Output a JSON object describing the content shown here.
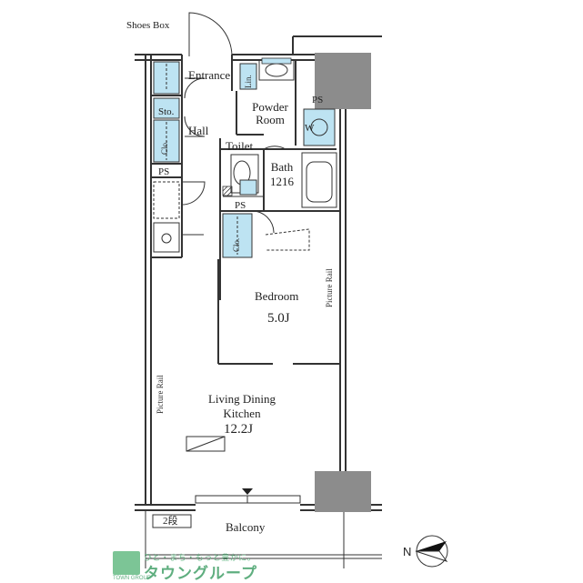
{
  "labels": {
    "shoes_box": "Shoes Box",
    "entrance": "Entrance",
    "lin": "Lin.",
    "ps_top": "PS",
    "powder_room_1": "Powder",
    "powder_room_2": "Room",
    "sto": "Sto.",
    "clo_hall": "Clo.",
    "hall": "Hall",
    "w": "W",
    "toilet": "Toilet",
    "bath_1": "Bath",
    "bath_2": "1216",
    "ps_left": "PS",
    "ps_mid": "PS",
    "clo_bedroom": "Clo.",
    "bedroom": "Bedroom",
    "bedroom_size": "5.0J",
    "picture_rail_bedroom": "Picture Rail",
    "picture_rail_living": "Picture Rail",
    "ldk_1": "Living Dining",
    "ldk_2": "Kitchen",
    "ldk_size": "12.2J",
    "step": "2段",
    "balcony": "Balcony",
    "north": "N"
  },
  "logo": {
    "tagline": "ひと・まち・もっと豊かに。",
    "name": "タウングループ",
    "sub": "TOWN GROUP"
  },
  "colors": {
    "storage_fill": "#bde3f2",
    "wall": "#333333",
    "column": "#8c8c8c",
    "logo_green": "#5fae7f"
  }
}
